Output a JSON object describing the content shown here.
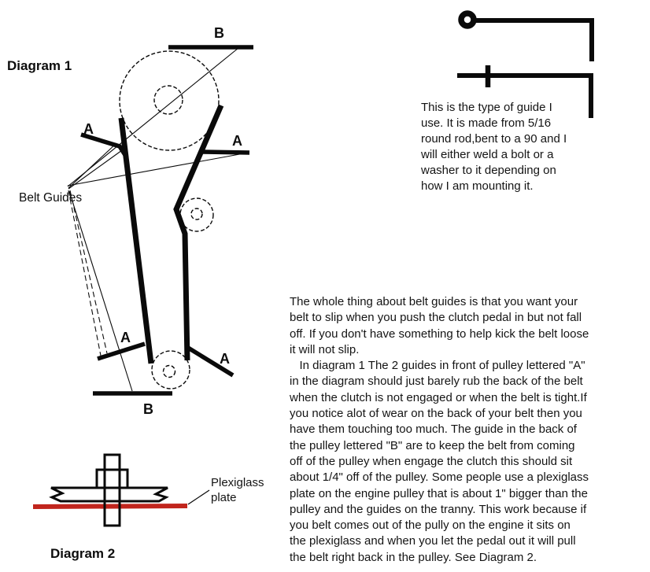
{
  "page": {
    "background": "#ffffff",
    "ink_color": "#0a0a0a"
  },
  "diagram1": {
    "title": "Diagram 1",
    "belt_guides_label": "Belt Guides",
    "label_a": "A",
    "label_b": "B"
  },
  "guide_sketch": {
    "note_lines": [
      "This is the type of guide I",
      "use. It is made from 5/16",
      "round rod,bent to a 90 and I",
      "will either weld a bolt or a",
      "washer to it depending on",
      "how I am mounting it."
    ]
  },
  "body_text": {
    "lines": [
      "The whole thing about belt guides is that you want your",
      "belt to slip when you push the clutch pedal in but not fall",
      "off. If you don't have something to help kick the belt loose",
      "it will not slip.",
      "   In diagram 1 The 2 guides in front of pulley lettered \"A\"",
      "in the diagram should just barely rub the back of the belt",
      "when the clutch is not engaged or when the belt is tight.If",
      "you notice alot of wear on the back of your belt then you",
      "have them touching too much. The guide in the back of",
      "the pulley lettered \"B\" are to keep the belt from coming",
      "off of the pulley when engage the clutch this should sit",
      "about 1/4\" off of the pulley. Some people use a plexiglass",
      "plate on the engine pulley that is about 1\" bigger than the",
      "pulley and the guides on the tranny. This work because if",
      "you belt comes out of the pully on the engine it sits on",
      "the plexiglass and when you let the pedal out it will pull",
      "the belt right back in the pulley. See Diagram 2."
    ]
  },
  "diagram2": {
    "title": "Diagram 2",
    "plate_label_lines": [
      "Plexiglass",
      "plate"
    ],
    "plate_color": "#c1251d"
  }
}
